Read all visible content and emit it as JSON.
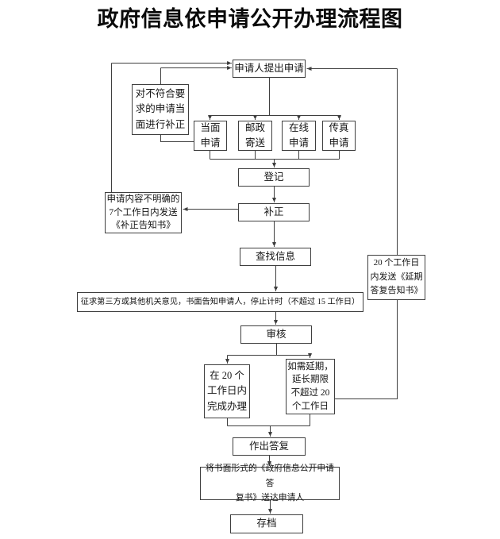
{
  "title": "政府信息依申请公开办理流程图",
  "flowchart": {
    "nodes": {
      "applicant": {
        "label": "申请人提出申请"
      },
      "onsite_fix": {
        "label": "对不符合要\n求的申请当\n面进行补正"
      },
      "in_person": {
        "label": "当面\n申请"
      },
      "postal": {
        "label": "邮政\n寄送"
      },
      "online": {
        "label": "在线\n申请"
      },
      "fax": {
        "label": "传真\n申请"
      },
      "register": {
        "label": "登记"
      },
      "notice7": {
        "label": "申请内容不明确的\n7个工作日内发送\n《补正告知书》"
      },
      "correction": {
        "label": "补正"
      },
      "search": {
        "label": "查找信息"
      },
      "consult": {
        "label": "征求第三方或其他机关意见，书面告知申请人，停止计时（不超过 15 工作日）"
      },
      "delay_notice": {
        "label": "20 个工作日\n内发送《延期\n答复告知书》"
      },
      "review": {
        "label": "审核"
      },
      "complete20": {
        "label": "在 20 个\n工作日内\n完成办理"
      },
      "extend": {
        "label": "如需延期，\n延长期限\n不超过 20\n个工作日"
      },
      "reply": {
        "label": "作出答复"
      },
      "deliver": {
        "label": "将书面形式的《政府信息公开申请答\n复书》送达申请人"
      },
      "archive": {
        "label": "存档"
      }
    }
  }
}
